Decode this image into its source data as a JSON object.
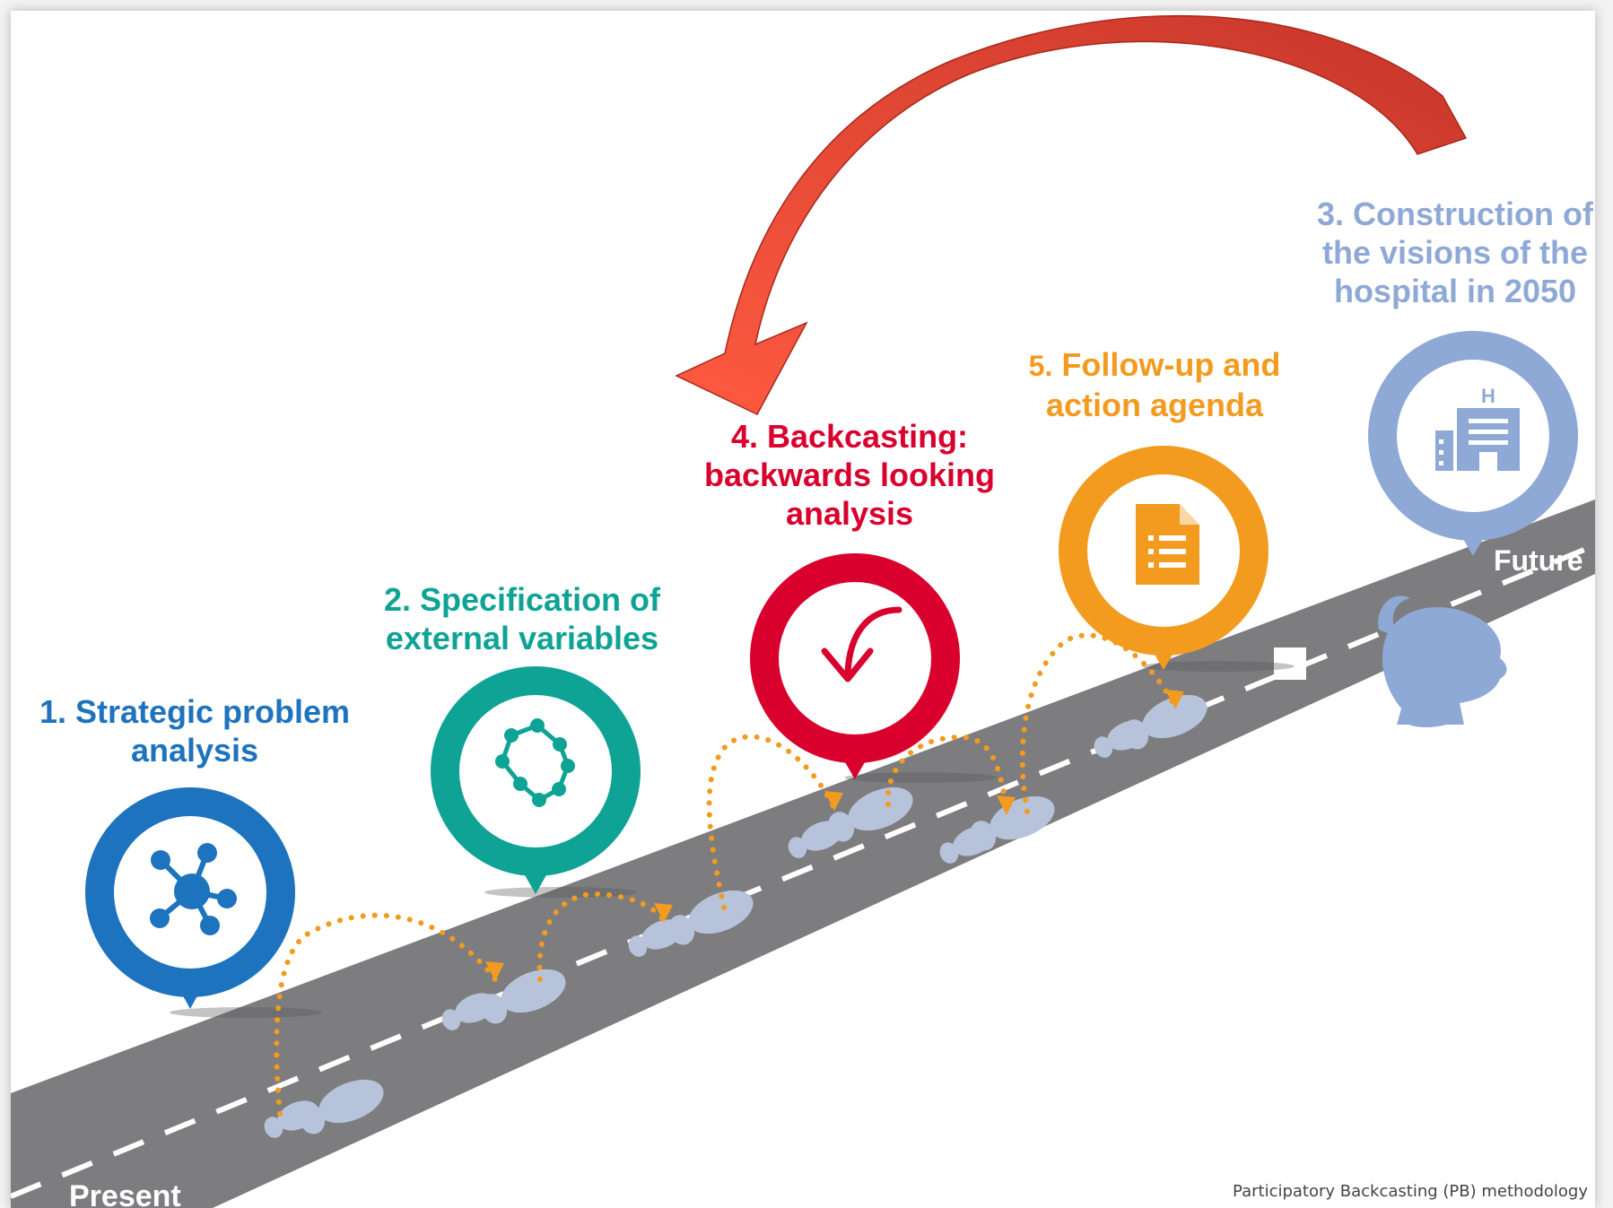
{
  "steps": [
    {
      "id": "1",
      "lines": [
        "1. Strategic problem",
        "analysis"
      ],
      "color": "#1e73be",
      "icon": "network-icon"
    },
    {
      "id": "2",
      "lines": [
        "2. Specification of",
        "external variables"
      ],
      "color": "#0fa396",
      "icon": "polygon-nodes-icon"
    },
    {
      "id": "3",
      "lines": [
        "3. Construction of",
        "the visions of the",
        "hospital in 2050"
      ],
      "color": "#8fa9d6",
      "icon": "hospital-icon"
    },
    {
      "id": "4",
      "lines": [
        "4. Backcasting:",
        "backwards looking",
        "analysis"
      ],
      "color": "#d9002e",
      "icon": "back-arrow-icon"
    },
    {
      "id": "5",
      "num": "5.",
      "lines": [
        "Follow-up and",
        "action agenda"
      ],
      "color": "#f39b1f",
      "icon": "document-icon"
    }
  ],
  "road": {
    "start_label": "Present",
    "end_label": "Future"
  },
  "caption": "Participatory Backcasting (PB) methodology",
  "colors": {
    "road": "#7d7d80",
    "footprint": "#b7c3da",
    "dots": "#f39b1f",
    "arrow": "#e33b2c",
    "person": "#8fa9d6"
  }
}
